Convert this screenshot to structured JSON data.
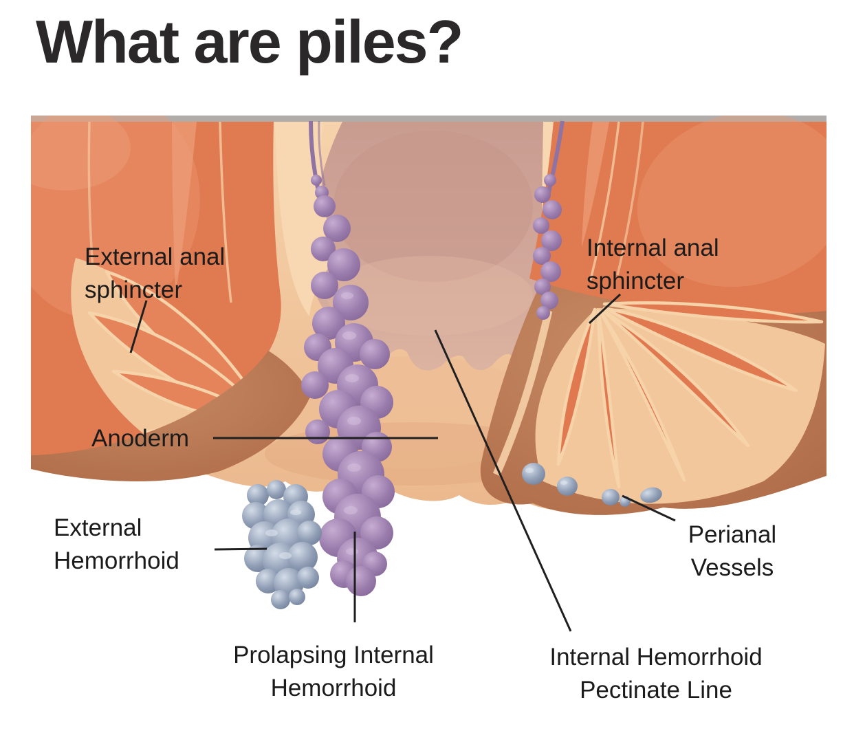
{
  "page": {
    "title": "What are piles?"
  },
  "illustration": {
    "labels": [
      {
        "id": "external-anal-sphincter",
        "lines": [
          "External anal",
          "sphincter"
        ]
      },
      {
        "id": "internal-anal-sphincter",
        "lines": [
          "Internal anal",
          "sphincter"
        ]
      },
      {
        "id": "anoderm",
        "lines": [
          "Anoderm"
        ]
      },
      {
        "id": "external-hemorrhoid",
        "lines": [
          "External",
          "Hemorrhoid"
        ]
      },
      {
        "id": "perianal-vessels",
        "lines": [
          "Perianal",
          "Vessels"
        ]
      },
      {
        "id": "prolapsing-internal-hemorrhoid",
        "lines": [
          "Prolapsing Internal",
          "Hemorrhoid"
        ]
      },
      {
        "id": "internal-hemorrhoid-pectinate-line",
        "lines": [
          "Internal Hemorrhoid",
          "Pectinate Line"
        ]
      }
    ],
    "colors": {
      "title_text": "#2a2828",
      "label_text": "#1b1b1b",
      "leader_line": "#1f1f1f",
      "muscle_orange": "#e07a51",
      "muscle_orange_light": "#ec9b76",
      "muscle_outline_cream": "#f7d3a9",
      "skin_cream": "#f4cda4",
      "skin_brown": "#b4714d",
      "canal_mauve": "#cfa296",
      "hemorrhoid_purple": "#9b7fae",
      "hemorrhoid_purple_light": "#c4abd0",
      "external_hemorrhoid_blue": "#8b99b1",
      "perianal_vessel_blue": "#8b99b1",
      "top_strip_gray": "#afacaa",
      "background": "#ffffff"
    }
  }
}
